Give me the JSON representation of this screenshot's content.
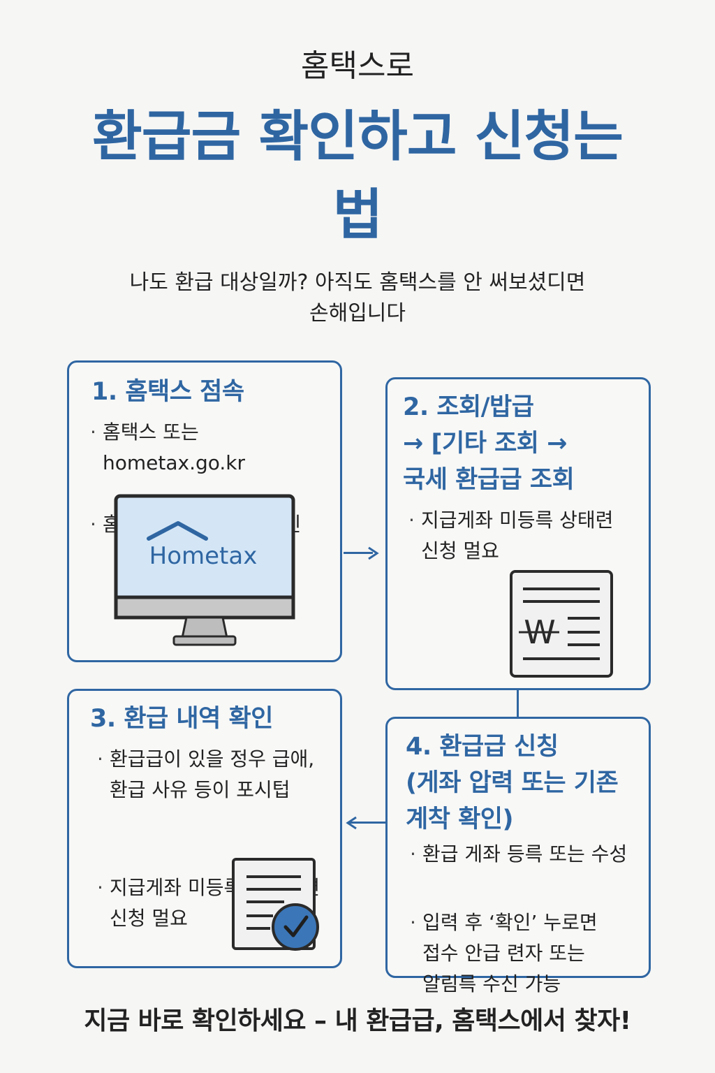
{
  "header": {
    "eyebrow": "홈택스로",
    "title_line1": "환급금 확인하고 신청는",
    "title_line2": "법",
    "subtitle_line1": "나도 환급 대상일까? 아직도 홈택스를 안 써보셨디면",
    "subtitle_line2": "손해입니다"
  },
  "steps": {
    "step1": {
      "title": "1. 홈택스 점속",
      "bullets": [
        "홈택스 또는 hometax.go.kr",
        "홈베이지 접속 후 로그인"
      ],
      "screen_brand": "Hometax"
    },
    "step2": {
      "title_lines": [
        "2. 조회/밥급",
        "→ [기타 조회 →",
        "국세 환급급 조회"
      ],
      "bullet_lines": [
        "지급게좌 미등륵 상태련",
        "신청 멀요"
      ],
      "doc_letter": "W"
    },
    "step3": {
      "title": "3. 환급 내역 확인",
      "bullet1_lines": [
        "환급급이 있을 정우 급애,",
        "환급 사유 등이 포시텁"
      ],
      "bullet2_lines": [
        "지급게좌 미등륵 상태지면",
        "신청 멀요"
      ]
    },
    "step4": {
      "title_lines": [
        "4. 환급급 신칭",
        "(게좌 압력 또는 기존",
        "계착 확인)"
      ],
      "bullet1": "환급 게좌 등륵 또는 수성",
      "bullet2_lines": [
        "입력 후 ‘확인’ 누로면",
        "접수 안급 련자 또는",
        "알림륵 수신 가능"
      ]
    }
  },
  "footer": {
    "text": "지금 바로 확인하세요 – 내 환급급, 홈택스에서 찾자!"
  },
  "colors": {
    "accent": "#2f66a2",
    "background": "#f6f6f5",
    "screen": "#d4e6f6"
  },
  "icons": [
    "monitor-icon",
    "house-roof-icon",
    "word-document-icon",
    "document-check-icon",
    "arrow-right-icon",
    "arrow-left-icon"
  ]
}
